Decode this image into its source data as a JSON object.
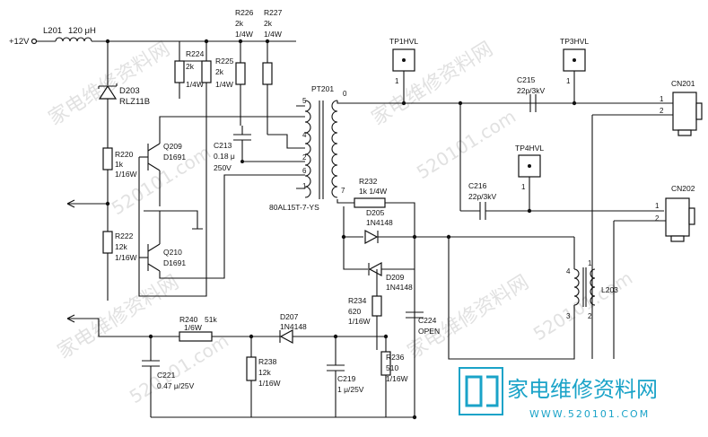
{
  "supply": "+12V",
  "components": {
    "L201": {
      "ref": "L201",
      "value": "120 μH"
    },
    "D203": {
      "ref": "D203",
      "value": "RLZ11B"
    },
    "R220": {
      "ref": "R220",
      "value": "1k",
      "power": "1/16W"
    },
    "R222": {
      "ref": "R222",
      "value": "12k",
      "power": "1/16W"
    },
    "Q209": {
      "ref": "Q209",
      "part": "D1691"
    },
    "Q210": {
      "ref": "Q210",
      "part": "D1691"
    },
    "R224": {
      "ref": "R224",
      "value": "2k",
      "power": "1/4W"
    },
    "R225": {
      "ref": "R225",
      "value": "2k",
      "power": "1/4W"
    },
    "R226": {
      "ref": "R226",
      "value": "2k",
      "power": "1/4W"
    },
    "R227": {
      "ref": "R227",
      "value": "2k",
      "power": "1/4W"
    },
    "C213": {
      "ref": "C213",
      "value": "0.18 μ",
      "voltage": "250V"
    },
    "PT201": {
      "ref": "PT201",
      "part": "80AL15T-7-YS",
      "pin0": "0",
      "pin2": "2",
      "pin4": "4",
      "pin5": "5",
      "pin6": "6",
      "pin1": "1",
      "pin7": "7"
    },
    "R232": {
      "ref": "R232",
      "value": "1k 1/4W"
    },
    "D205": {
      "ref": "D205",
      "part": "1N4148"
    },
    "D209": {
      "ref": "D209",
      "part": "1N4148"
    },
    "R234": {
      "ref": "R234",
      "value": "620",
      "power": "1/16W"
    },
    "C224": {
      "ref": "C224",
      "value": "OPEN"
    },
    "R240": {
      "ref": "R240",
      "value": "51k",
      "power": "1/6W"
    },
    "D207": {
      "ref": "D207",
      "part": "1N4148"
    },
    "R238": {
      "ref": "R238",
      "value": "12k",
      "power": "1/16W"
    },
    "C219": {
      "ref": "C219",
      "value": "1 μ/25V"
    },
    "R236": {
      "ref": "R236",
      "value": "510",
      "power": "1/16W"
    },
    "C221": {
      "ref": "C221",
      "value": "0.47 μ/25V"
    },
    "TP1HVL": {
      "ref": "TP1HVL",
      "pin": "1"
    },
    "TP3HVL": {
      "ref": "TP3HVL",
      "pin": "1"
    },
    "TP4HVL": {
      "ref": "TP4HVL",
      "pin": "1"
    },
    "C215": {
      "ref": "C215",
      "value": "22p/3kV"
    },
    "C216": {
      "ref": "C216",
      "value": "22p/3kV"
    },
    "CN201": {
      "ref": "CN201",
      "pin1": "1",
      "pin2": "2"
    },
    "CN202": {
      "ref": "CN202",
      "pin1": "1",
      "pin2": "2"
    },
    "L203": {
      "ref": "L203",
      "pin1": "1",
      "pin2": "2",
      "pin3": "3",
      "pin4": "4"
    }
  },
  "watermarks": {
    "diagonal": "家电维修资料网",
    "site": "520101.com",
    "logo_cn": "家电维修资料网",
    "logo_url": "WWW.520101.COM"
  }
}
